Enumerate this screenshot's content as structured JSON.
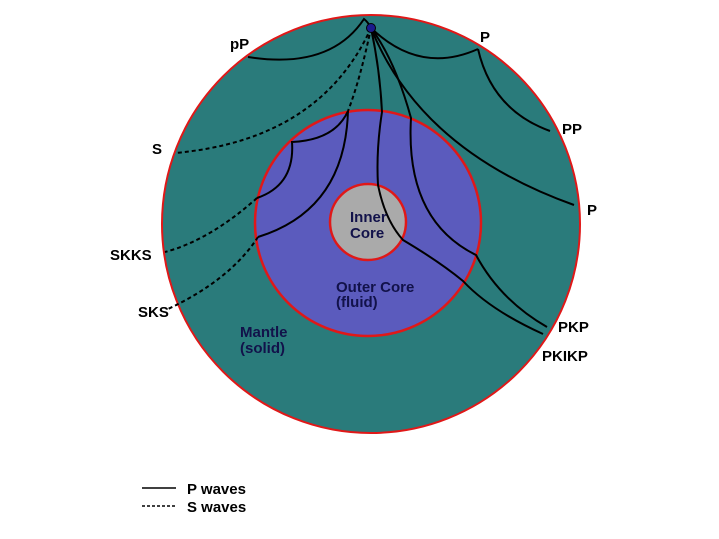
{
  "colors": {
    "mantle": "#2a7b7b",
    "outer_core": "#5b5bbd",
    "inner_core": "#aaaaaa",
    "boundary": "#e01818",
    "focus": "#1a1a8c"
  },
  "regions": {
    "inner_core": [
      "Inner",
      "Core"
    ],
    "outer_core": [
      "Outer Core",
      "(fluid)"
    ],
    "mantle": [
      "Mantle",
      "(solid)"
    ]
  },
  "ray_labels": {
    "pP": "pP",
    "P_top": "P",
    "PP": "PP",
    "P_side": "P",
    "S": "S",
    "SKKS": "SKKS",
    "SKS": "SKS",
    "PKP": "PKP",
    "PKIKP": "PKIKP"
  },
  "legend": {
    "p_waves": "P waves",
    "s_waves": "S waves"
  }
}
